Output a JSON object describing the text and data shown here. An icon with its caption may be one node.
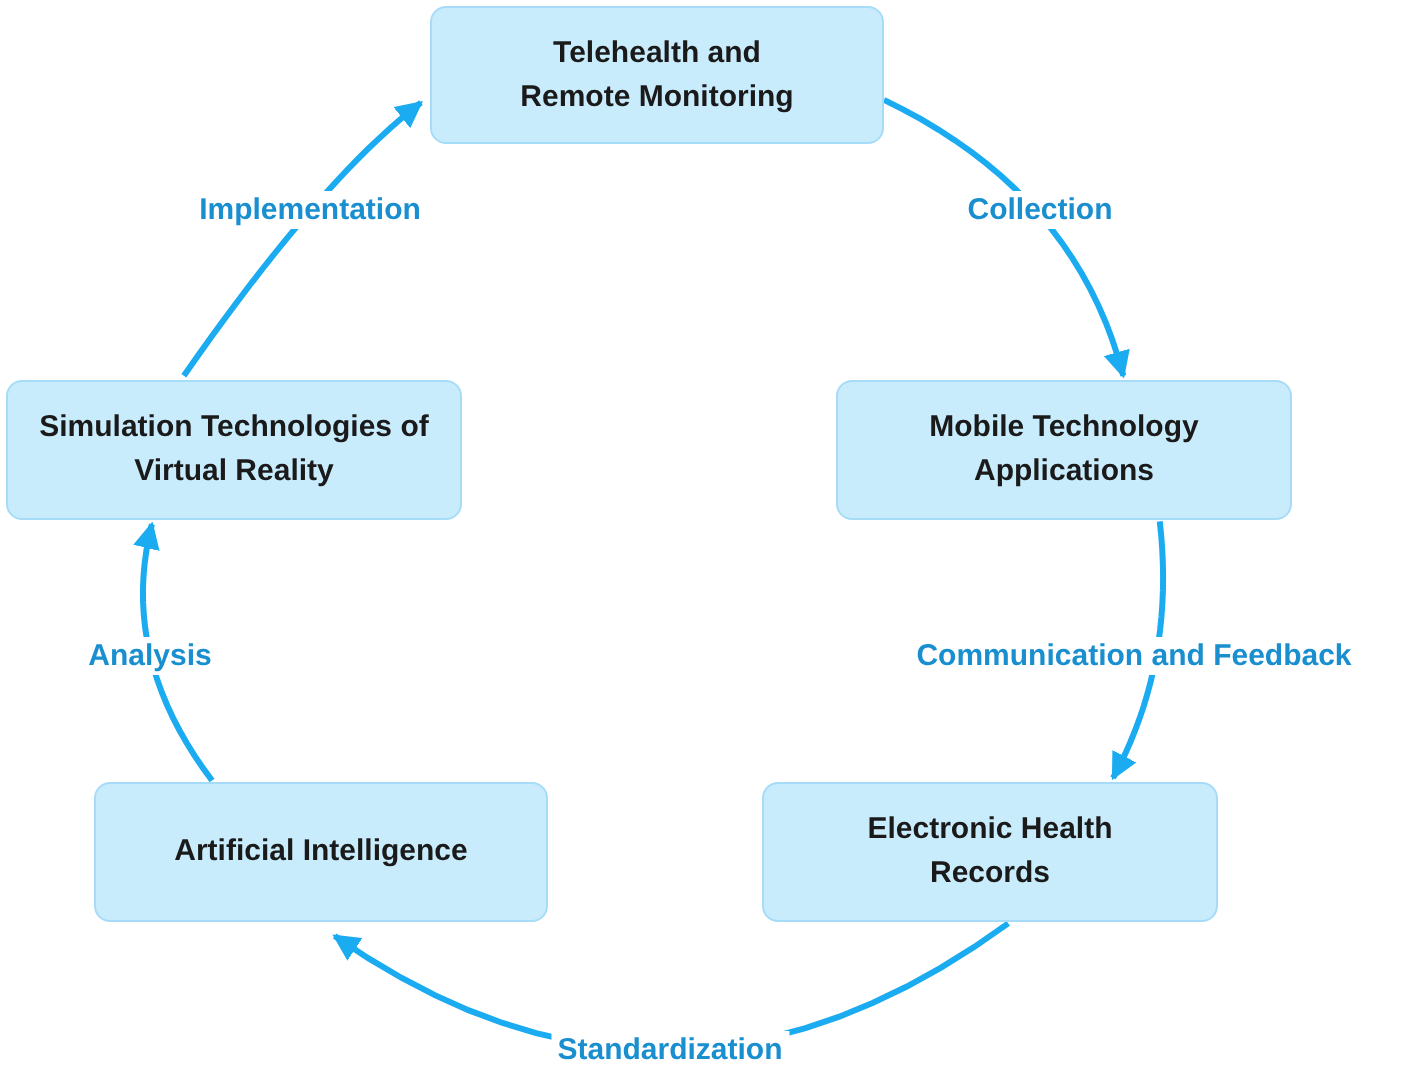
{
  "diagram": {
    "nodes": [
      {
        "text": [
          "Telehealth and Remote Monitoring"
        ]
      },
      {
        "text": [
          "Mobile Technology Applications"
        ]
      },
      {
        "text": [
          "Electronic Health Records"
        ]
      },
      {
        "text": [
          "Artificial Intelligence"
        ]
      },
      {
        "text": [
          "Simulation Technologies of Virtual Reality"
        ]
      }
    ],
    "edges": [
      {
        "from": 0,
        "to": 1,
        "arrow": "to",
        "label": "Collection"
      },
      {
        "from": 1,
        "to": 2,
        "arrow": "to",
        "label": "Communication and Feedback"
      },
      {
        "from": 2,
        "to": 3,
        "arrow": "to",
        "label": "Standardization"
      },
      {
        "from": 3,
        "to": 4,
        "arrow": "to",
        "label": "Analysis"
      },
      {
        "from": 4,
        "to": 0,
        "arrow": "to",
        "label": "Implementation"
      }
    ]
  }
}
